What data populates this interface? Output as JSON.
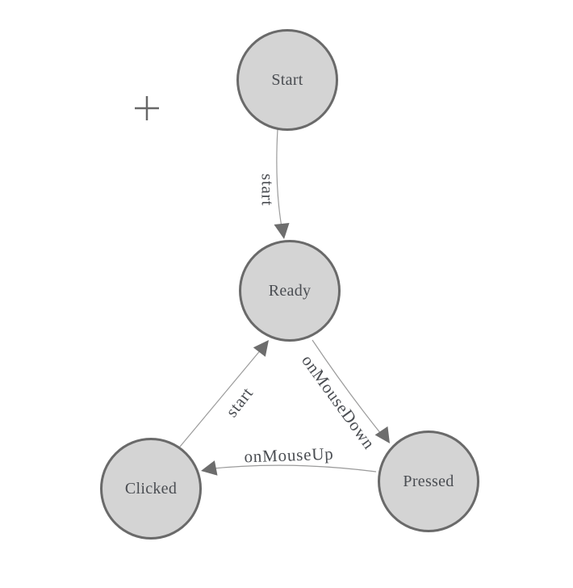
{
  "diagram": {
    "kind": "state-machine",
    "nodes": [
      {
        "id": "start",
        "label": "Start"
      },
      {
        "id": "ready",
        "label": "Ready"
      },
      {
        "id": "clicked",
        "label": "Clicked"
      },
      {
        "id": "pressed",
        "label": "Pressed"
      }
    ],
    "edges": [
      {
        "from": "Start",
        "to": "Ready",
        "label": "start"
      },
      {
        "from": "Clicked",
        "to": "Ready",
        "label": "start"
      },
      {
        "from": "Ready",
        "to": "Pressed",
        "label": "onMouseDown"
      },
      {
        "from": "Pressed",
        "to": "Clicked",
        "label": "onMouseUp"
      }
    ],
    "toolbar": {
      "add_icon": "plus-icon"
    }
  },
  "colors": {
    "canvas_bg": "#ffffff",
    "node_fill": "#d4d4d4",
    "node_stroke": "#6a6a6a",
    "edge_line": "#9b9b9b",
    "arrow_fill": "#6d6d6d",
    "label_text": "#4a4d52",
    "plus_icon": "#686868"
  }
}
